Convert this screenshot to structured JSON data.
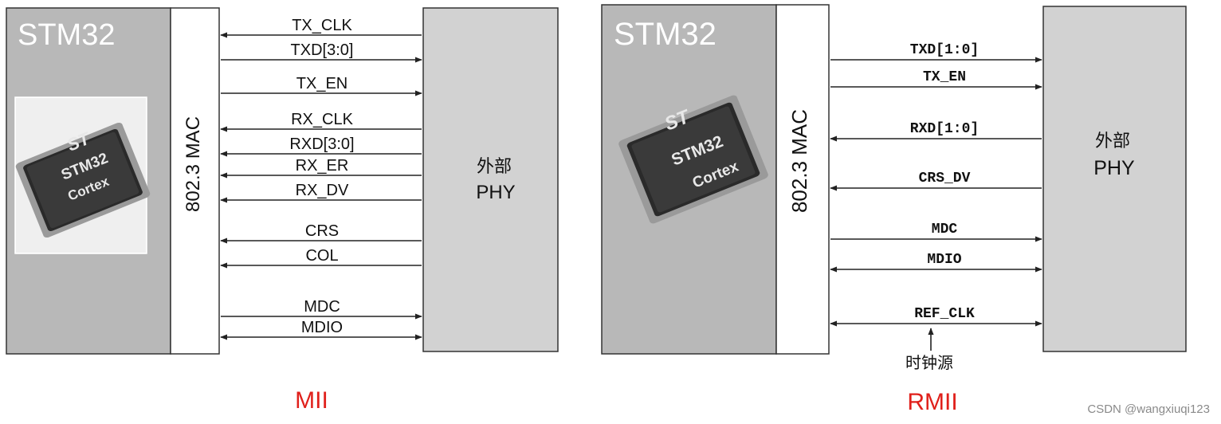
{
  "colors": {
    "chip_fill": "#b8b8b8",
    "phy_fill": "#d2d2d2",
    "mac_fill": "#ffffff",
    "stroke": "#333333",
    "caption": "#e0201b",
    "line": "#222222"
  },
  "mii": {
    "chip_label": "STM32",
    "mac_label": "802.3 MAC",
    "phy_line1": "外部",
    "phy_line2": "PHY",
    "caption": "MII",
    "signals": [
      {
        "name": "TX_CLK",
        "dir": "to-mac"
      },
      {
        "name": "TXD[3:0]",
        "dir": "to-phy"
      },
      {
        "name": "TX_EN",
        "dir": "to-phy"
      },
      {
        "name": "RX_CLK",
        "dir": "to-mac"
      },
      {
        "name": "RXD[3:0]",
        "dir": "to-mac"
      },
      {
        "name": "RX_ER",
        "dir": "to-mac"
      },
      {
        "name": "RX_DV",
        "dir": "to-mac"
      },
      {
        "name": "CRS",
        "dir": "to-mac"
      },
      {
        "name": "COL",
        "dir": "to-mac"
      },
      {
        "name": "MDC",
        "dir": "to-phy"
      },
      {
        "name": "MDIO",
        "dir": "both"
      }
    ]
  },
  "rmii": {
    "chip_label": "STM32",
    "mac_label": "802.3 MAC",
    "phy_line1": "外部",
    "phy_line2": "PHY",
    "caption": "RMII",
    "clock_source": "时钟源",
    "signals": [
      {
        "name": "TXD[1:0]",
        "dir": "to-phy"
      },
      {
        "name": "TX_EN",
        "dir": "to-phy"
      },
      {
        "name": "RXD[1:0]",
        "dir": "to-mac"
      },
      {
        "name": "CRS_DV",
        "dir": "to-mac"
      },
      {
        "name": "MDC",
        "dir": "to-phy"
      },
      {
        "name": "MDIO",
        "dir": "both"
      },
      {
        "name": "REF_CLK",
        "dir": "both"
      }
    ]
  },
  "chip_marking": {
    "logo": "ST",
    "model": "STM32",
    "core": "Cortex"
  },
  "watermark": "CSDN @wangxiuqi123"
}
